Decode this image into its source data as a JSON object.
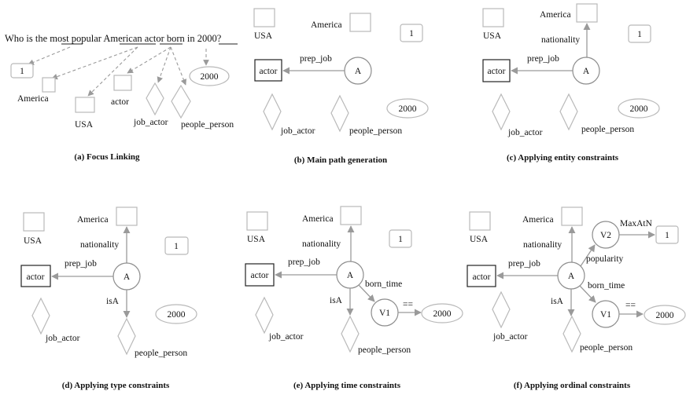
{
  "panels": {
    "a": {
      "question": {
        "pre": "Who is the ",
        "w1": "most",
        "s1": " popular ",
        "w2": "American",
        "s2": " ",
        "w3": "actor",
        "s3": " born in ",
        "w4": "2000",
        "post": "?"
      },
      "one": "1",
      "america": "America",
      "usa": "USA",
      "actor": "actor",
      "job_actor": "job_actor",
      "people_person": "people_person",
      "year": "2000",
      "caption": "(a) Focus Linking"
    },
    "b": {
      "usa": "USA",
      "america": "America",
      "one": "1",
      "prep_job": "prep_job",
      "actor": "actor",
      "a": "A",
      "year": "2000",
      "job_actor": "job_actor",
      "people_person": "people_person",
      "caption": "(b) Main path generation"
    },
    "c": {
      "usa": "USA",
      "america": "America",
      "nationality": "nationality",
      "one": "1",
      "prep_job": "prep_job",
      "actor": "actor",
      "a": "A",
      "year": "2000",
      "job_actor": "job_actor",
      "people_person": "people_person",
      "caption": "(c) Applying entity constraints"
    },
    "d": {
      "usa": "USA",
      "america": "America",
      "nationality": "nationality",
      "one": "1",
      "prep_job": "prep_job",
      "actor": "actor",
      "a": "A",
      "isa": "isA",
      "year": "2000",
      "job_actor": "job_actor",
      "people_person": "people_person",
      "caption": "(d) Applying type constraints"
    },
    "e": {
      "usa": "USA",
      "america": "America",
      "nationality": "nationality",
      "one": "1",
      "prep_job": "prep_job",
      "actor": "actor",
      "a": "A",
      "born_time": "born_time",
      "isa": "isA",
      "v1": "V1",
      "eq": "==",
      "year": "2000",
      "job_actor": "job_actor",
      "people_person": "people_person",
      "caption": "(e) Applying time constraints"
    },
    "f": {
      "usa": "USA",
      "america": "America",
      "v2": "V2",
      "maxatn": "MaxAtN",
      "one": "1",
      "nationality": "nationality",
      "popularity": "popularity",
      "prep_job": "prep_job",
      "actor": "actor",
      "a": "A",
      "born_time": "born_time",
      "isa": "isA",
      "v1": "V1",
      "eq": "==",
      "year": "2000",
      "job_actor": "job_actor",
      "people_person": "people_person",
      "caption": "(f) Applying ordinal constraints"
    }
  }
}
